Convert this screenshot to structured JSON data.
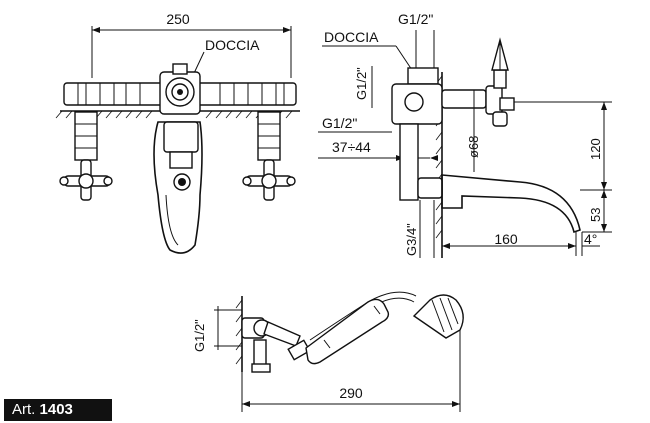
{
  "front_view": {
    "width_dim": "250",
    "doccia": "DOCCIA"
  },
  "side_view": {
    "doccia": "DOCCIA",
    "thread_top": "G1/2\"",
    "thread_left": "G1/2\"",
    "thread_mid": "G1/2\"",
    "range": "37÷44",
    "diameter": "ø68",
    "height": "120",
    "spout_height": "53",
    "thread_bottom": "G3/4\"",
    "reach": "160",
    "offset": "4°"
  },
  "hand_shower": {
    "thread": "G1/2\"",
    "length": "290"
  },
  "footer": {
    "art_prefix": "Art.",
    "art_number": "1403"
  }
}
